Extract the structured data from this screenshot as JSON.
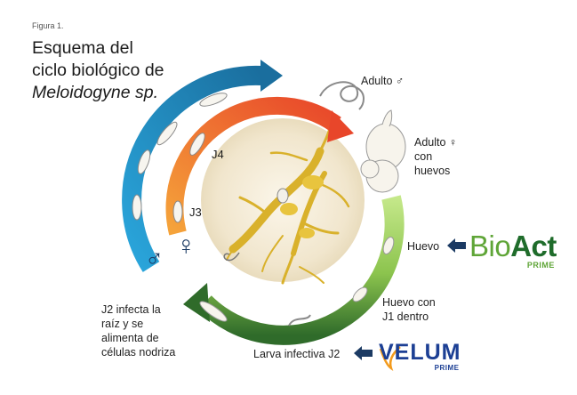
{
  "figure": {
    "label": "Figura 1.",
    "title_line1": "Esquema del",
    "title_line2": "ciclo biológico de",
    "title_species": "Meloidogyne sp."
  },
  "stages": {
    "adult_male": "Adulto ♂",
    "adult_female_line1": "Adulto ♀",
    "adult_female_line2": "con",
    "adult_female_line3": "huevos",
    "egg": "Huevo",
    "egg_j1_line1": "Huevo con",
    "egg_j1_line2": "J1 dentro",
    "infective_larva": "Larva infectiva J2",
    "j2_line1": "J2 infecta la",
    "j2_line2": "raíz y se",
    "j2_line3": "alimenta de",
    "j2_line4": "células nodriza",
    "j4": "J4",
    "j3": "J3",
    "male_symbol": "♂",
    "female_symbol": "♀"
  },
  "brands": {
    "bioact_bio": "Bio",
    "bioact_act": "Act",
    "bioact_sub": "PRIME",
    "velum_name": "VELUM",
    "velum_sub": "PRIME"
  },
  "colors": {
    "blue_arc": "#1d8fc9",
    "orange_arc": "#ef7a1e",
    "green_light": "#a8d65b",
    "green_dark": "#2f6b2a",
    "root_fill": "#e7c94a",
    "center_fill": "#f4ecd8",
    "navy": "#1b3a63"
  }
}
